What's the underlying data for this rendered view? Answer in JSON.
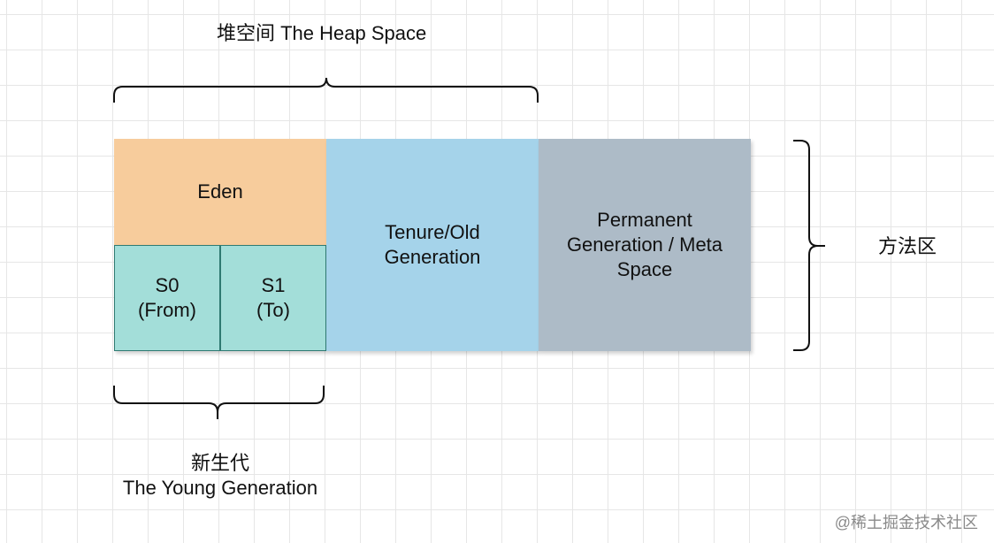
{
  "heap_space_label": "堆空间 The Heap Space",
  "method_area_label": "方法区",
  "young_generation_label": "新生代\nThe Young Generation",
  "eden_label": "Eden",
  "s0_label": "S0\n(From)",
  "s1_label": "S1\n(To)",
  "tenure_label": "Tenure/Old\nGeneration",
  "permanent_label": "Permanent\nGeneration / Meta\nSpace",
  "watermark": "@稀土掘金技术社区",
  "colors": {
    "eden": "#f7cc9c",
    "survivor": "#a3ded9",
    "survivor_border": "#2f7a72",
    "tenure": "#a5d3ea",
    "permanent": "#adbbc7"
  }
}
